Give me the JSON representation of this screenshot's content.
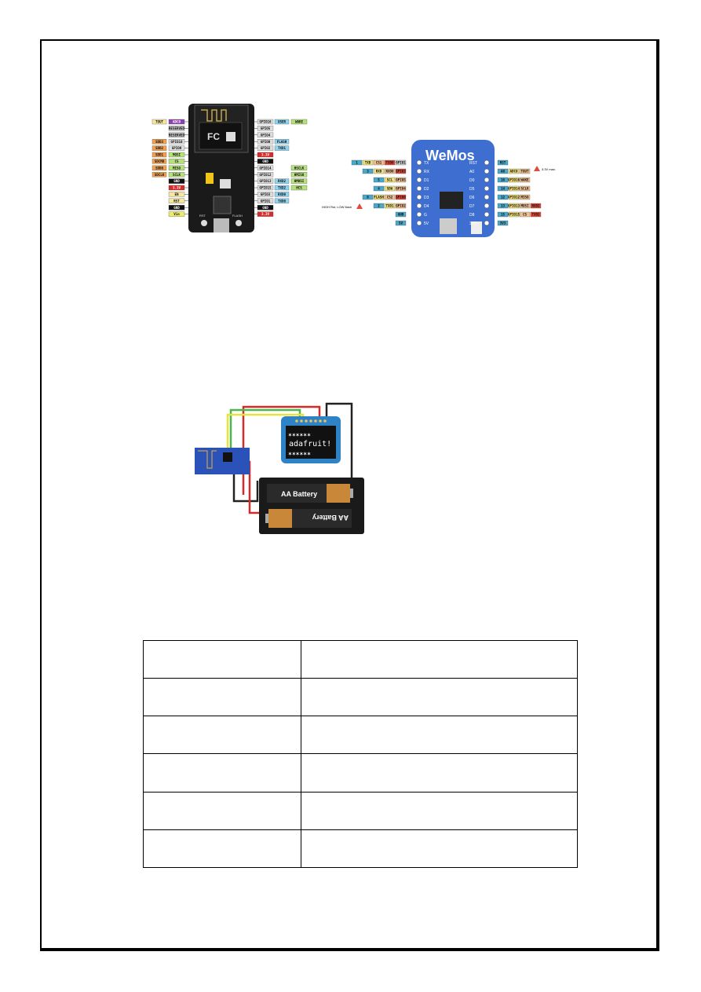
{
  "figures": {
    "nodemcu": {
      "left_pins": [
        {
          "func": "TOUT",
          "pin": "ADC0",
          "func_color": "#f5e7a0",
          "pin_color": "#8e44ad"
        },
        {
          "func": "",
          "pin": "RESERVED",
          "func_color": "#ffffff",
          "pin_color": "#c7c7c7"
        },
        {
          "func": "",
          "pin": "RESERVED",
          "func_color": "#ffffff",
          "pin_color": "#c7c7c7"
        },
        {
          "func": "SDD3",
          "pin": "GPIO10",
          "func_color": "#f0a050",
          "pin_color": "#dddddd"
        },
        {
          "func": "SDD2",
          "pin": "GPIO9",
          "func_color": "#f0a050",
          "pin_color": "#dddddd"
        },
        {
          "func": "SDD1",
          "pin": "MOSI",
          "func_color": "#f0a050",
          "pin_color": "#b5e07a"
        },
        {
          "func": "SDCMD",
          "pin": "CS",
          "func_color": "#f0a050",
          "pin_color": "#b5e07a"
        },
        {
          "func": "SDD0",
          "pin": "MISO",
          "func_color": "#f0a050",
          "pin_color": "#b5e07a"
        },
        {
          "func": "SDCLK",
          "pin": "SCLK",
          "func_color": "#f0a050",
          "pin_color": "#b5e07a"
        },
        {
          "func": "",
          "pin": "GND",
          "func_color": "#ffffff",
          "pin_color": "#111111"
        },
        {
          "func": "",
          "pin": "3.3V",
          "func_color": "#ffffff",
          "pin_color": "#d62c2c"
        },
        {
          "func": "",
          "pin": "EN",
          "func_color": "#ffffff",
          "pin_color": "#f5e7a0"
        },
        {
          "func": "",
          "pin": "RST",
          "func_color": "#ffffff",
          "pin_color": "#f5e7a0"
        },
        {
          "func": "",
          "pin": "GND",
          "func_color": "#ffffff",
          "pin_color": "#111111"
        },
        {
          "func": "",
          "pin": "Vin",
          "func_color": "#ffffff",
          "pin_color": "#ecec6a"
        }
      ],
      "right_pins": [
        {
          "pin": "GPIO16",
          "func": "USER",
          "func2": "WAKE"
        },
        {
          "pin": "GPIO5",
          "func": "",
          "func2": ""
        },
        {
          "pin": "GPIO4",
          "func": "",
          "func2": ""
        },
        {
          "pin": "GPIO0",
          "func": "FLASH",
          "func2": ""
        },
        {
          "pin": "GPIO2",
          "func": "TXD1",
          "func2": ""
        },
        {
          "pin": "3.3V",
          "func": "",
          "func2": ""
        },
        {
          "pin": "GND",
          "func": "",
          "func2": ""
        },
        {
          "pin": "GPIO14",
          "func": "",
          "func2": "HSCLK"
        },
        {
          "pin": "GPIO12",
          "func": "",
          "func2": "HMISO"
        },
        {
          "pin": "GPIO13",
          "func": "RXD2",
          "func2": "HMOSI"
        },
        {
          "pin": "GPIO15",
          "func": "TXD2",
          "func2": "HCS"
        },
        {
          "pin": "GPIO3",
          "func": "RXD0",
          "func2": ""
        },
        {
          "pin": "GPIO1",
          "func": "TXD0",
          "func2": ""
        },
        {
          "pin": "GND",
          "func": "",
          "func2": ""
        },
        {
          "pin": "3.3V",
          "func": "",
          "func2": ""
        }
      ],
      "board_labels": {
        "rst": "RST",
        "flash": "FLASH"
      }
    },
    "wemos": {
      "logo": "WeMos",
      "left_pins": [
        "TX",
        "RX",
        "D1",
        "D2",
        "D3",
        "D4",
        "G",
        "5V"
      ],
      "right_pins": [
        "RST",
        "A0",
        "D0",
        "D5",
        "D6",
        "D7",
        "D8",
        "3V3"
      ],
      "left_labels": [
        [
          "1",
          "TXD",
          "CS1",
          "TXD0",
          "GPIO1"
        ],
        [
          "3",
          "RXD",
          "RXD0",
          "GPIO3"
        ],
        [
          "5",
          "SCL",
          "GPIO5"
        ],
        [
          "4",
          "SDA",
          "GPIO4"
        ],
        [
          "0",
          "FLASH",
          "CS2",
          "GPIO0"
        ],
        [
          "2",
          "TXD1",
          "GPIO2"
        ],
        [
          "GND"
        ],
        [
          "5V"
        ]
      ],
      "right_labels": [
        [
          "RST"
        ],
        [
          "A0",
          "ADC0",
          "TOUT"
        ],
        [
          "16",
          "GPIO16",
          "WAKE"
        ],
        [
          "14",
          "GPIO14",
          "SCLK"
        ],
        [
          "12",
          "GPIO12",
          "MISO"
        ],
        [
          "13",
          "GPIO13",
          "MOSI",
          "RXD2"
        ],
        [
          "15",
          "GPIO15",
          "CS",
          "TXD2"
        ],
        [
          "3V3"
        ]
      ],
      "note_right": "3.3V max.",
      "note_left": "HIGH Rst, LOW flash"
    },
    "circuit": {
      "oled_text": "adafruit!",
      "battery_top": "AA Battery",
      "battery_bottom": "AA Battery"
    }
  },
  "table": {
    "rows": [
      [
        "",
        ""
      ],
      [
        "",
        ""
      ],
      [
        "",
        ""
      ],
      [
        "",
        ""
      ],
      [
        "",
        ""
      ],
      [
        "",
        ""
      ]
    ]
  }
}
